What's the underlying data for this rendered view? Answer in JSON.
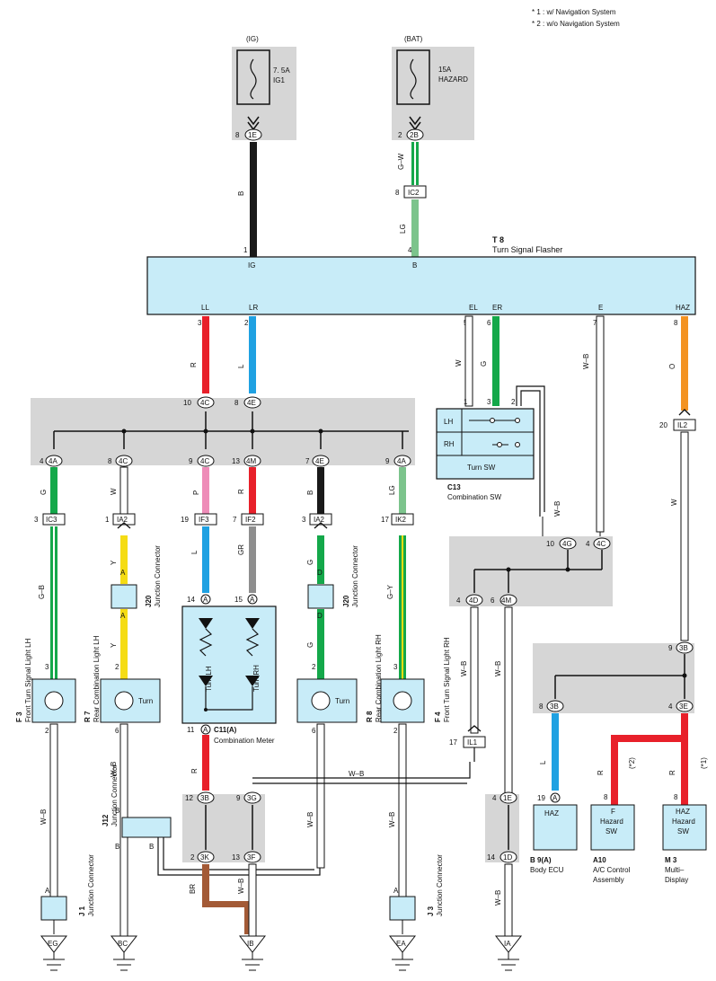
{
  "notes": [
    "* 1 : w/ Navigation System",
    "* 2 : w/o Navigation System"
  ],
  "fuses": [
    {
      "source": "(IG)",
      "rating": "7. 5A",
      "name": "IG1",
      "pin": "8",
      "conn": "1E",
      "wire": "B"
    },
    {
      "source": "(BAT)",
      "rating": "15A",
      "name": "HAZARD",
      "pin": "2",
      "conn": "2B",
      "wire": "G–W",
      "conn2": "IC2",
      "pin2": "8",
      "wire2": "LG"
    }
  ],
  "flasher": {
    "id": "T 8",
    "name": "Turn Signal Flasher",
    "top_pins": [
      {
        "pin": "1",
        "label": "IG"
      },
      {
        "pin": "4",
        "label": "B"
      }
    ],
    "bottom_pins": [
      {
        "pin": "3",
        "label": "LL",
        "wire": "R"
      },
      {
        "pin": "2",
        "label": "LR",
        "wire": "L"
      },
      {
        "pin": "5",
        "label": "EL",
        "wire": "W"
      },
      {
        "pin": "6",
        "label": "ER",
        "wire": "G"
      },
      {
        "pin": "7",
        "label": "E",
        "wire": "W–B"
      },
      {
        "pin": "8",
        "label": "HAZ",
        "wire": "O"
      }
    ]
  },
  "junction_top": {
    "left": {
      "pin": "10",
      "conn": "4C"
    },
    "right": {
      "pin": "8",
      "conn": "4E"
    }
  },
  "branches": [
    {
      "pin": "4",
      "conn": "4A",
      "wire": "G"
    },
    {
      "pin": "8",
      "conn": "4C",
      "wire": "W"
    },
    {
      "pin": "9",
      "conn": "4C",
      "wire": "P"
    },
    {
      "pin": "13",
      "conn": "4M",
      "wire": "R"
    },
    {
      "pin": "7",
      "conn": "4E",
      "wire": "B"
    },
    {
      "pin": "9",
      "conn": "4A",
      "wire": "LG"
    }
  ],
  "mid_conns": [
    {
      "pin": "3",
      "conn": "IC3",
      "wire": "G–B"
    },
    {
      "pin": "1",
      "conn": "IA2",
      "wire": "Y"
    },
    {
      "pin": "19",
      "conn": "IF3",
      "wire": "L"
    },
    {
      "pin": "7",
      "conn": "IF2",
      "wire": "GR"
    },
    {
      "pin": "3",
      "conn": "IA2",
      "wire": "G"
    },
    {
      "pin": "17",
      "conn": "IK2",
      "wire": "G–Y"
    }
  ],
  "combination_sw": {
    "id": "C13",
    "name": "Combination SW",
    "rows": [
      "LH",
      "RH"
    ],
    "label": "Turn SW",
    "pins": [
      "1",
      "3",
      "2"
    ],
    "wire_out": "W–B"
  },
  "j20": {
    "id": "J20",
    "name": "Junction Connector",
    "pin_a": "A",
    "pin_d": "D"
  },
  "components": [
    {
      "id": "F 3",
      "name": "Front Turn Signal Light LH",
      "pin_in": "3",
      "pin_out": "2"
    },
    {
      "id": "R 7",
      "name": "Rear Combination Light LH",
      "label": "Turn",
      "pin_in": "2",
      "pin_out": "6"
    },
    {
      "id": "R 8",
      "name": "Rear Combination Light RH",
      "label": "Turn",
      "pin_in": "2",
      "pin_out": "6"
    },
    {
      "id": "F 4",
      "name": "Front Turn Signal Light RH",
      "pin_in": "3",
      "pin_out": "2"
    }
  ],
  "meter": {
    "id": "C11(A)",
    "name": "Combination Meter",
    "pins": [
      "14",
      "15",
      "11"
    ],
    "conn": "A",
    "turn_lh": "Turn LH",
    "turn_rh": "Turn RH",
    "wire_out": "R"
  },
  "right_junction": {
    "pins": [
      {
        "pin": "10",
        "conn": "4G"
      },
      {
        "pin": "4",
        "conn": "4C"
      },
      {
        "pin": "4",
        "conn": "4D"
      },
      {
        "pin": "6",
        "conn": "4M"
      }
    ],
    "wire": "W–B"
  },
  "haz_conn": {
    "pin": "20",
    "conn": "IL2",
    "wire": "W",
    "j_pins": [
      {
        "pin": "9",
        "conn": "3B"
      },
      {
        "pin": "8",
        "conn": "3B"
      },
      {
        "pin": "4",
        "conn": "3E"
      }
    ]
  },
  "il1": {
    "pin": "17",
    "conn": "IL1",
    "wire": "W–B"
  },
  "ecus": [
    {
      "id": "B 9(A)",
      "name": "Body ECU",
      "label": "HAZ",
      "pin": "19",
      "conn": "A",
      "wire": "L"
    },
    {
      "id": "A10",
      "name1": "A/C Control",
      "name2": "Assembly",
      "label1": "F",
      "label2": "Hazard",
      "label3": "SW",
      "pin": "8",
      "wire": "R",
      "note": "(*2)"
    },
    {
      "id": "M 3",
      "name1": "Multi–",
      "name2": "Display",
      "label1": "HAZ",
      "label2": "Hazard",
      "label3": "SW",
      "pin": "8",
      "wire": "R",
      "note": "(*1)"
    }
  ],
  "lower_center": {
    "pins": [
      {
        "pin": "12",
        "conn": "3B"
      },
      {
        "pin": "9",
        "conn": "3G"
      },
      {
        "pin": "2",
        "conn": "3K"
      },
      {
        "pin": "13",
        "conn": "3F"
      }
    ],
    "wire_br": "BR",
    "wire_wb": "W–B"
  },
  "j12": {
    "id": "J12",
    "name": "Junction Connector",
    "pin": "B"
  },
  "right_1e": {
    "pins": [
      {
        "pin": "4",
        "conn": "1E"
      },
      {
        "pin": "14",
        "conn": "1D"
      }
    ]
  },
  "j1": {
    "id": "J 1",
    "name": "Junction Connector",
    "pin": "A"
  },
  "j3": {
    "id": "J 3",
    "name": "Junction Connector",
    "pin": "A"
  },
  "grounds": [
    "EG",
    "BC",
    "IB",
    "EA",
    "IA"
  ],
  "colors": {
    "R": "#e8202a",
    "L": "#1fa1e2",
    "G": "#14a84a",
    "LG": "#7cc48c",
    "P": "#ee8cb8",
    "GR": "#8e8e8e",
    "Y": "#f5dc14",
    "O": "#f39322",
    "BR": "#a35a36",
    "B": "#1a1a1a",
    "box": "#c8ecf8",
    "gray": "#d6d6d6"
  }
}
